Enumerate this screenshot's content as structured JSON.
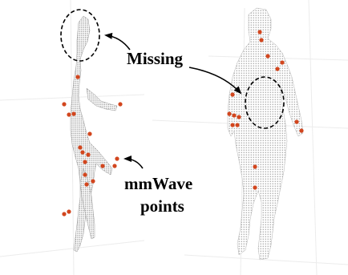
{
  "annotations": {
    "missing": "Missing",
    "mmwave_line1": "mmWave",
    "mmwave_line2": "points"
  },
  "colors": {
    "point_cloud": "#7d7d7d",
    "mmwave_point": "#d2461e",
    "grid": "#e8e8e8",
    "annotation": "#000000"
  },
  "icons": [
    "dashed-ellipse-head",
    "dashed-ellipse-torso",
    "arrow-to-head",
    "arrow-to-torso",
    "arrow-to-mmwave-points"
  ]
}
